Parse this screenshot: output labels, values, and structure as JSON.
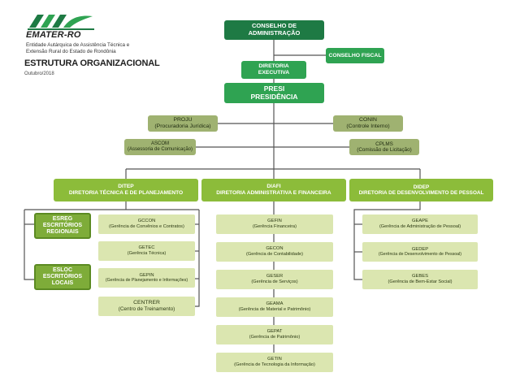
{
  "header": {
    "logo_name": "EMATER-RO",
    "logo_sub1": "Entidade Autárquica de Assistência Técnica e",
    "logo_sub2": "Extensão Rural do Estado de Rondônia",
    "title": "ESTRUTURA ORGANIZACIONAL",
    "date": "Outubro/2018"
  },
  "colors": {
    "dark_green": "#1e7a44",
    "bright_green": "#2fa352",
    "olive": "#9fb271",
    "lime": "#8cbc3a",
    "pale": "#dbe6b0",
    "line": "#555555"
  },
  "top": {
    "conselho_adm": [
      "CONSELHO DE",
      "ADMINISTRAÇÃO"
    ],
    "conselho_fiscal": "CONSELHO FISCAL",
    "diretoria_executiva": [
      "DIRETORIA",
      "EXECUTIVA"
    ],
    "presidencia": [
      "PRESI",
      "PRESIDÊNCIA"
    ]
  },
  "advisory": {
    "proju": [
      "PROJU",
      "(Procuradoria Jurídica)"
    ],
    "conin": [
      "CONIN",
      "(Controle Interno)"
    ],
    "ascom": [
      "ASCOM",
      "(Assessoria de Comunicação)"
    ],
    "cplms": [
      "CPLMS",
      "(Comissão de Licitação)"
    ]
  },
  "directorates": {
    "ditep": [
      "DITEP",
      "DIRETORIA TÉCNICA E DE PLANEJAMENTO"
    ],
    "diafi": [
      "DIAFI",
      "DIRETORIA ADMINISTRATIVA E FINANCEIRA"
    ],
    "didep": [
      "DIDEP",
      "DIRETORIA DE DESENVOLVIMENTO DE PESSOAL"
    ]
  },
  "ditep_units": {
    "esreg": [
      "ESREG",
      "ESCRITÓRIOS",
      "REGIONAIS"
    ],
    "esloc": [
      "ESLOC",
      "ESCRITÓRIOS",
      "LOCAIS"
    ],
    "gccon": [
      "GCCON",
      "(Gerência de Convênios e Contratos)"
    ],
    "getec": [
      "GETEC",
      "(Gerência Técnica)"
    ],
    "gepin": [
      "GEPIN",
      "(Gerência de Planejamento e Informações)"
    ],
    "centrer": [
      "CENTRER",
      "(Centro de Treinamento)"
    ]
  },
  "diafi_units": {
    "gefin": [
      "GEFIN",
      "(Gerência Financeira)"
    ],
    "gecon": [
      "GECON",
      "(Gerência de Contabilidade)"
    ],
    "geser": [
      "GESER",
      "(Gerência de Serviços)"
    ],
    "geama": [
      "GEAMA",
      "(Gerência de Material e Patrimônio)"
    ],
    "gepat": [
      "GEPAT",
      "(Gerência de Patrimônio)"
    ],
    "getin": [
      "GETIN",
      "(Gerência de Tecnologia da Informação)"
    ]
  },
  "didep_units": {
    "geape": [
      "GEAPE",
      "(Gerência de Administração de Pessoal)"
    ],
    "gedep": [
      "GEDEP",
      "(Gerência de Desenvolvimento de Pessoal)"
    ],
    "gebes": [
      "GEBES",
      "(Gerência de Bem-Estar Social)"
    ]
  }
}
